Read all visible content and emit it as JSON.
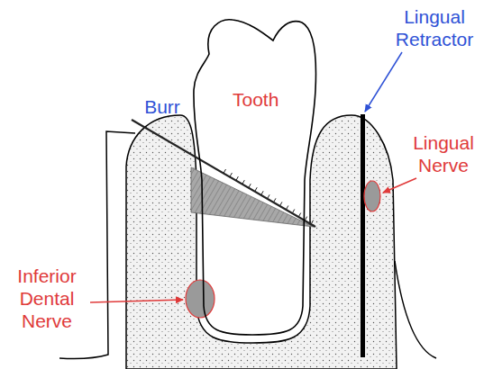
{
  "diagram": {
    "nodes": [
      {
        "text": [
          "Tooth"
        ]
      }
    ],
    "labels": [
      "Burr",
      "Lingual Retractor",
      "Lingual Nerve",
      "Inferior Dental Nerve"
    ]
  }
}
